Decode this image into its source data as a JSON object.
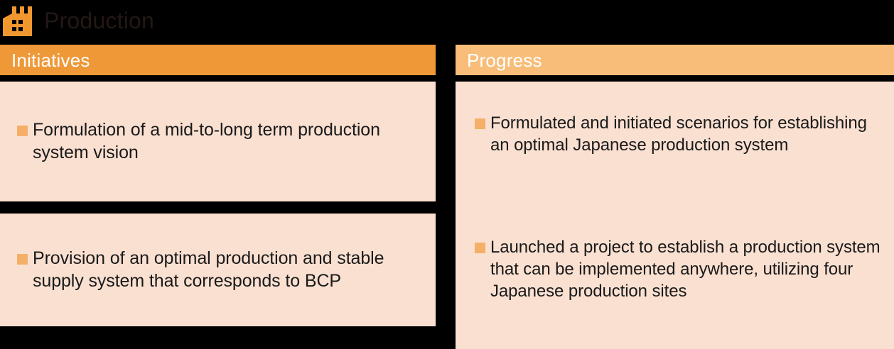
{
  "header": {
    "icon": "factory-icon",
    "title": "Production",
    "title_color": "#231815"
  },
  "colors": {
    "initiatives_header_bg": "#EF9838",
    "progress_header_bg": "#F7BD79",
    "cell_bg": "#FAE0D1",
    "bullet": "#F4B068",
    "page_bg": "#000000",
    "header_text": "#FFFFFF"
  },
  "columns": [
    {
      "id": "initiatives",
      "header": "Initiatives",
      "cells": [
        {
          "bullet": "Formulation of a mid-to-long term production system vision"
        },
        {
          "bullet": "Provision of an optimal production and stable supply system that corresponds to BCP"
        }
      ]
    },
    {
      "id": "progress",
      "header": "Progress",
      "cells": [
        {
          "bullet": "Formulated and initiated scenarios for establishing an optimal Japanese production system"
        },
        {
          "bullet": "Launched a project to establish a production system that can be implemented anywhere, utilizing four Japanese production sites"
        }
      ]
    }
  ]
}
